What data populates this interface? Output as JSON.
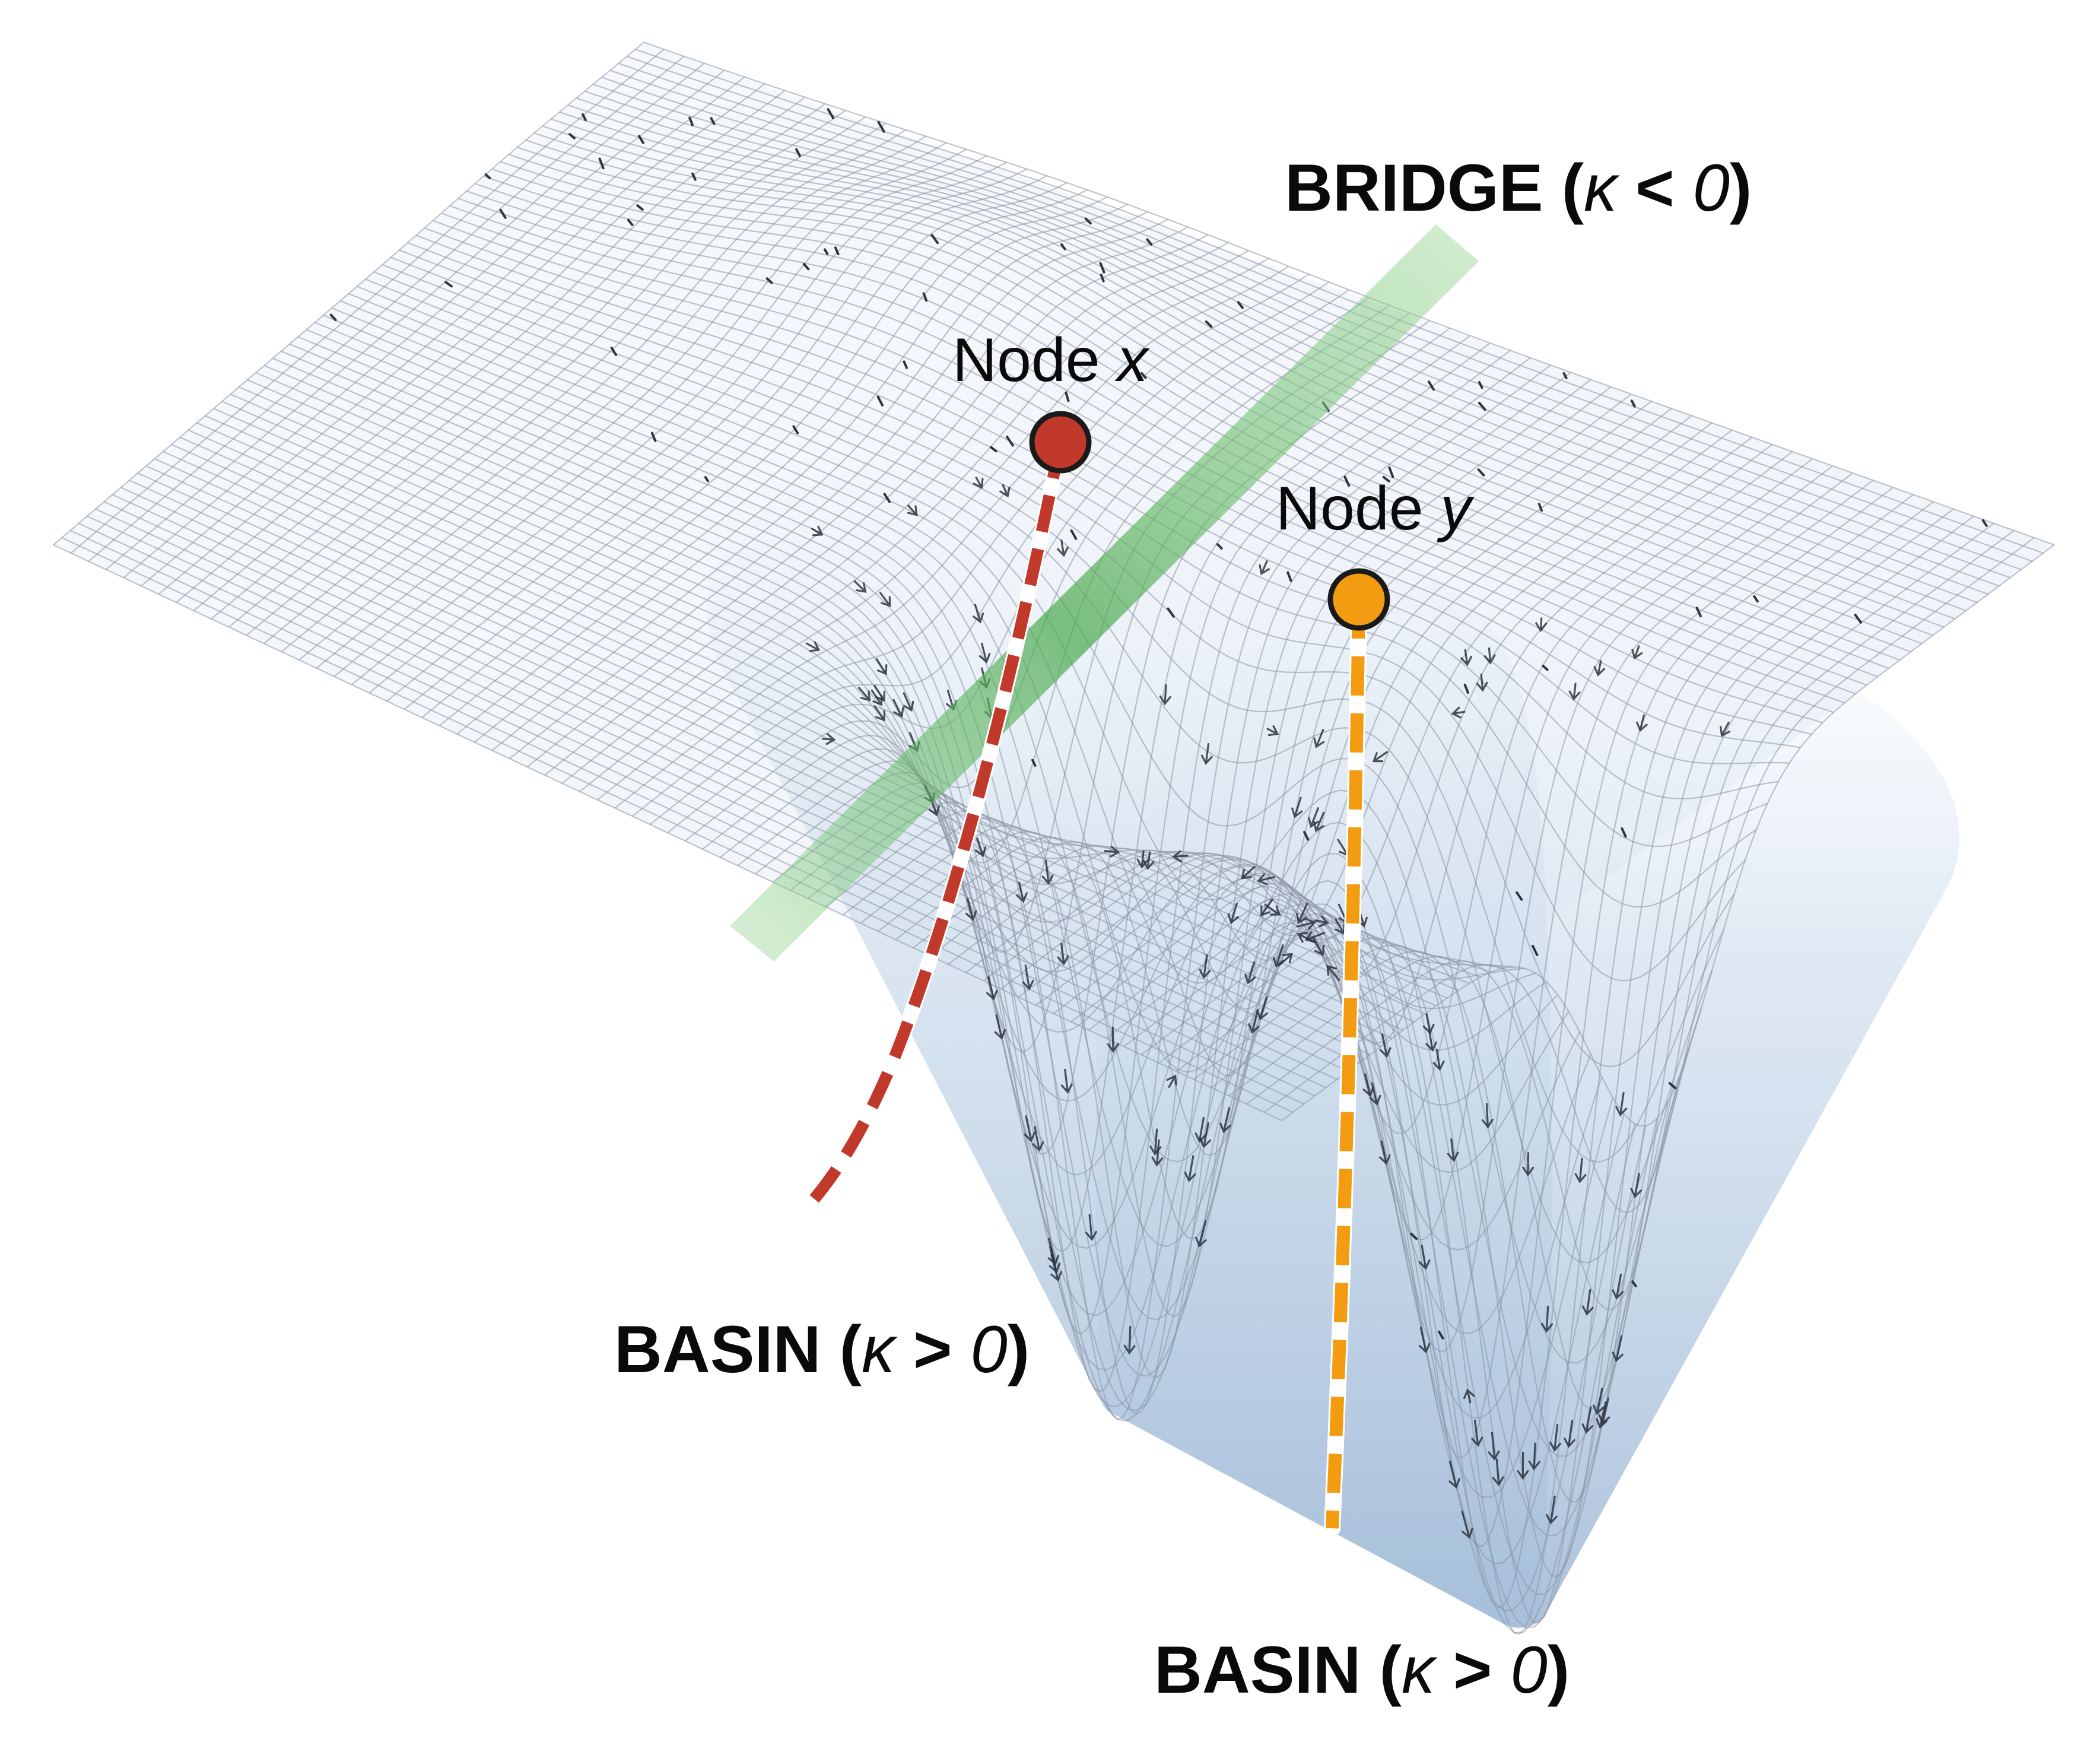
{
  "labels": {
    "bridge": {
      "word": "BRIDGE (",
      "var": "κ",
      "rel": " < ",
      "zero": "0",
      "close": ")"
    },
    "basin_left": {
      "word": "BASIN (",
      "var": "κ",
      "rel": " > ",
      "zero": "0",
      "close": ")"
    },
    "basin_right": {
      "word": "BASIN (",
      "var": "κ",
      "rel": " > ",
      "zero": "0",
      "close": ")"
    },
    "node_x": {
      "word": "Node ",
      "var": "x"
    },
    "node_y": {
      "word": "Node ",
      "var": "y"
    }
  },
  "colors": {
    "mesh_line": "#8a94a3",
    "surface_top": "#f4f7fb",
    "surface_deep": "#aac2dc",
    "bridge_band": "#6cbf6a",
    "node_x": "#c0392b",
    "node_y": "#f39c12",
    "arrow": "#2b3440",
    "text": "#0a0a0a"
  }
}
